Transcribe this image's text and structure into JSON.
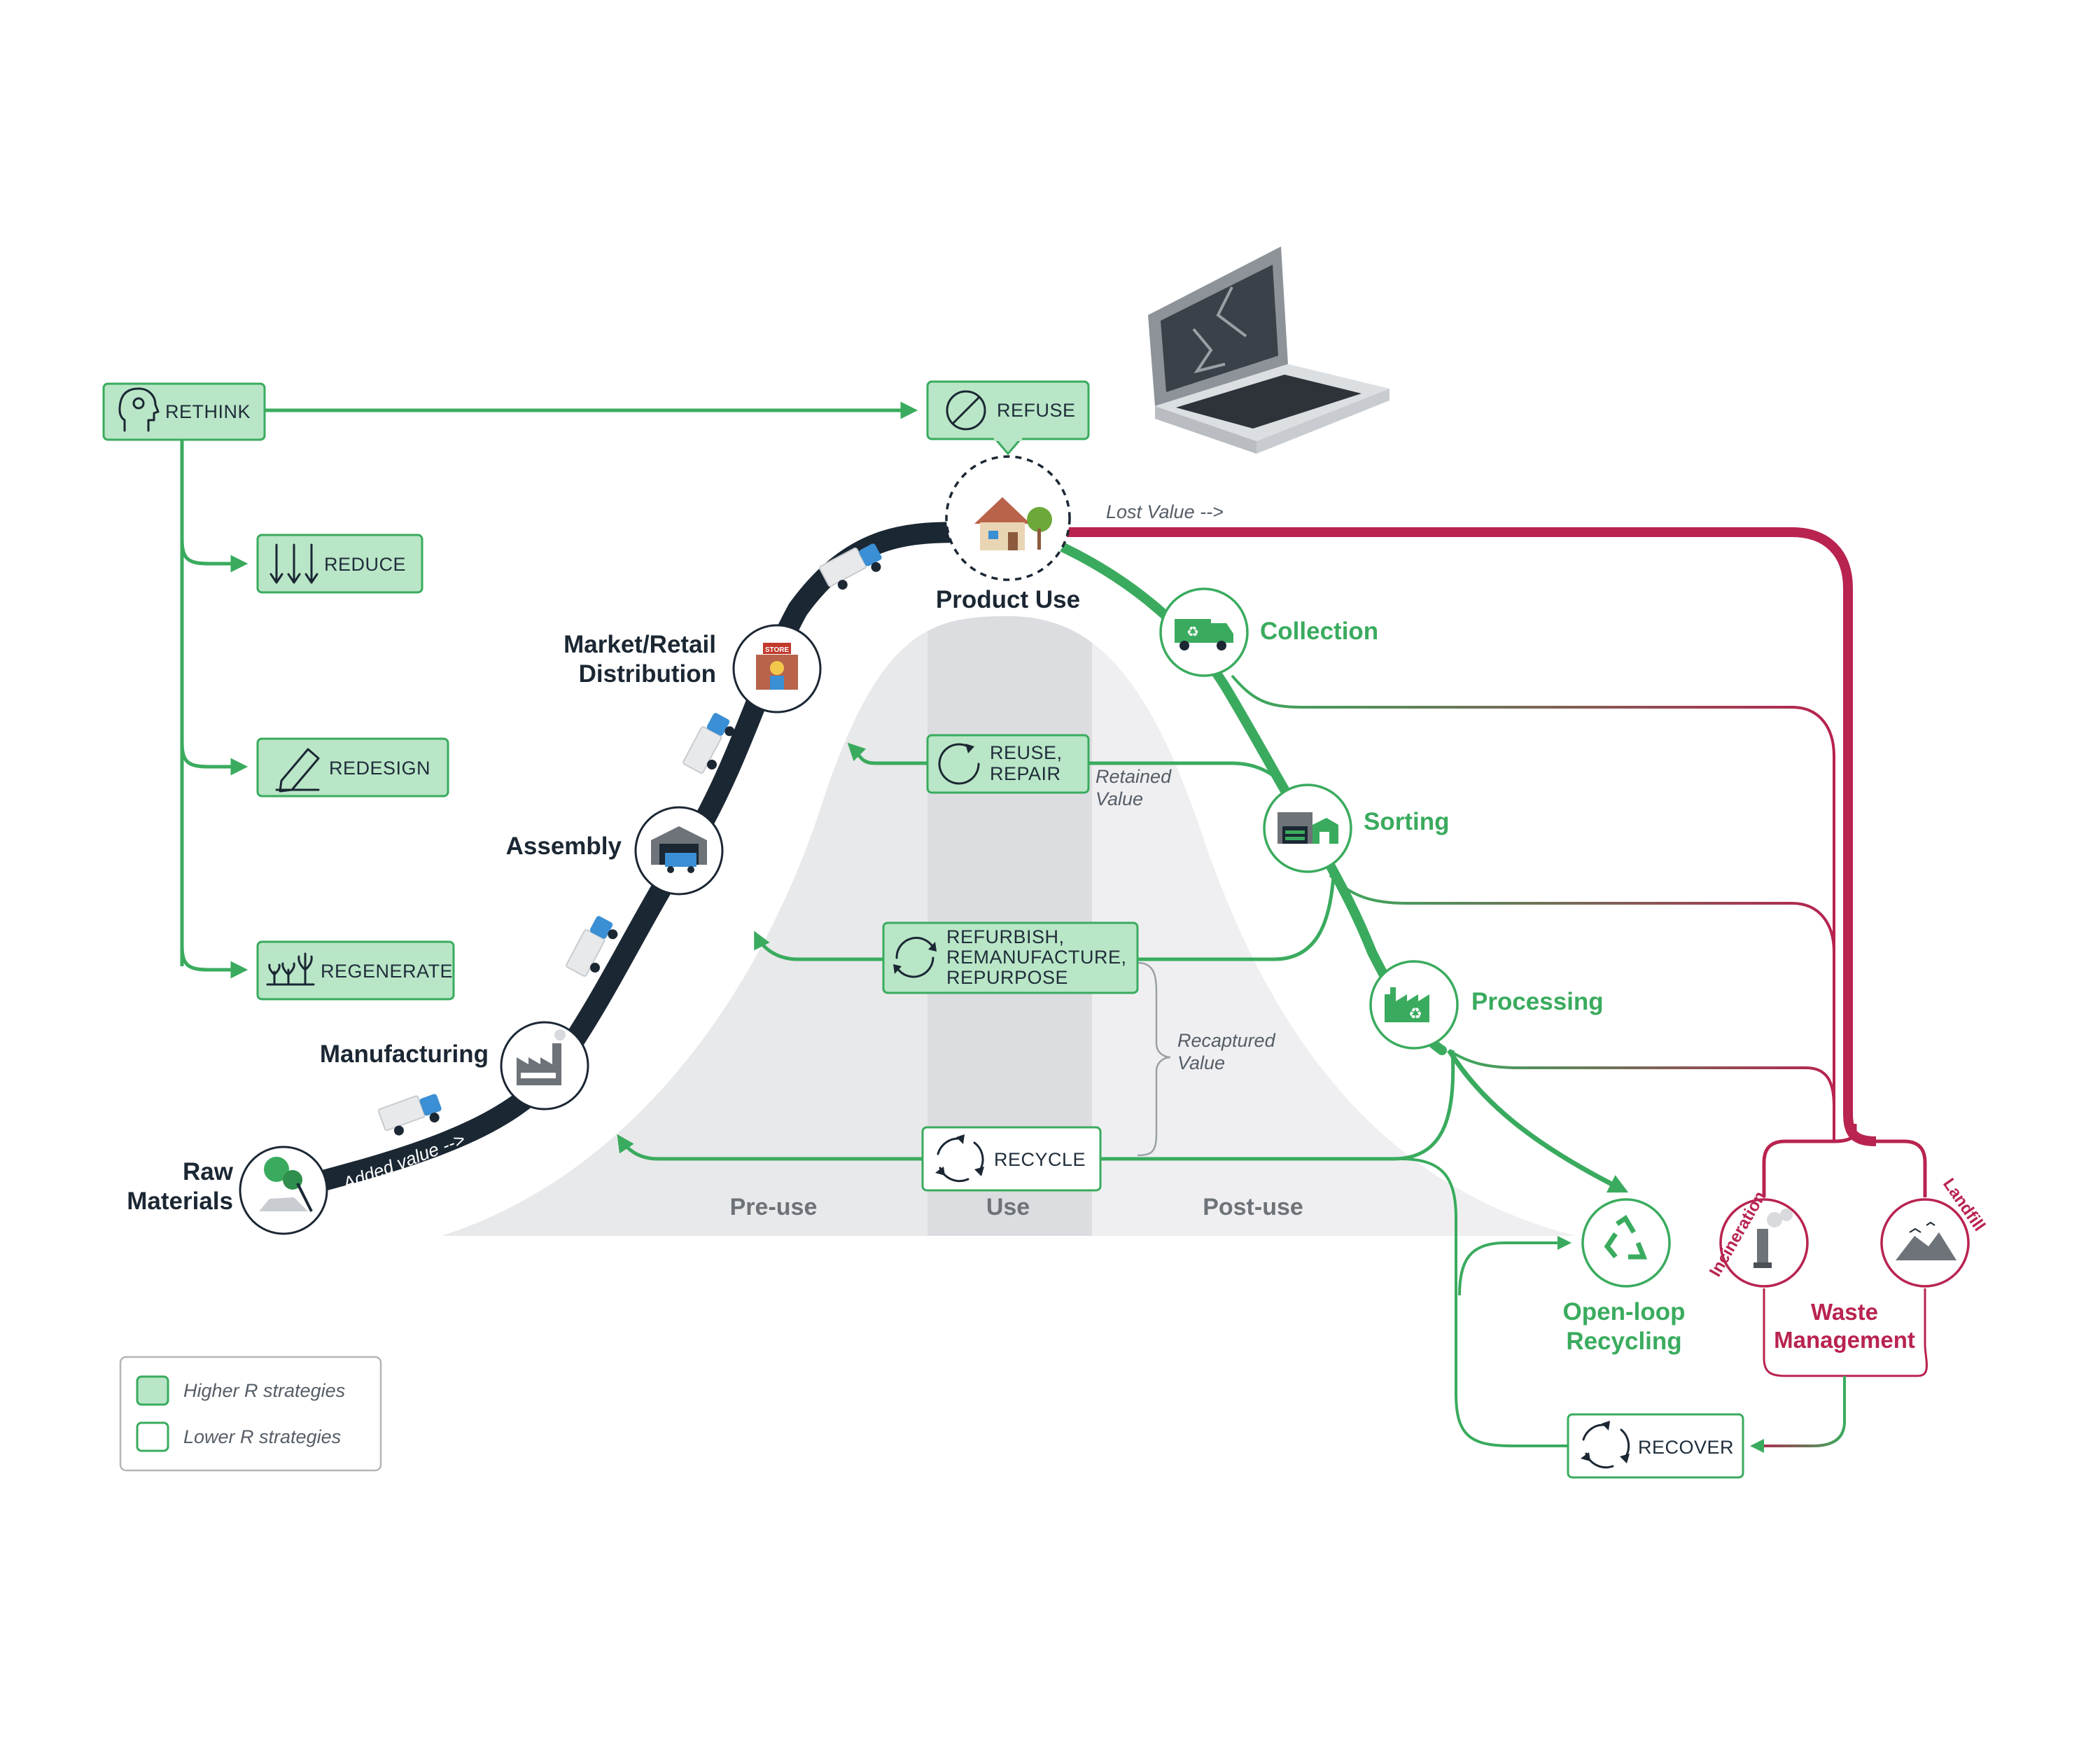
{
  "strategies": {
    "rethink": "RETHINK",
    "refuse": "REFUSE",
    "reduce": "REDUCE",
    "redesign": "REDESIGN",
    "regenerate": "REGENERATE",
    "reuse_line1": "REUSE,",
    "reuse_line2": "REPAIR",
    "refurbish_line1": "REFURBISH,",
    "refurbish_line2": "REMANUFACTURE,",
    "refurbish_line3": "REPURPOSE",
    "recycle": "RECYCLE",
    "recover": "RECOVER"
  },
  "stages": {
    "raw_line1": "Raw",
    "raw_line2": "Materials",
    "manufacturing": "Manufacturing",
    "assembly": "Assembly",
    "market_line1": "Market/Retail",
    "market_line2": "Distribution",
    "product_use": "Product Use"
  },
  "post_use": {
    "collection": "Collection",
    "sorting": "Sorting",
    "processing": "Processing",
    "open_loop_line1": "Open-loop",
    "open_loop_line2": "Recycling",
    "waste_line1": "Waste",
    "waste_line2": "Management",
    "incineration": "Incineration",
    "landfill": "Landfill"
  },
  "annotations": {
    "added_value": "Added value -->",
    "lost_value": "Lost Value -->",
    "retained_line1": "Retained",
    "retained_line2": "Value",
    "recaptured_line1": "Recaptured",
    "recaptured_line2": "Value"
  },
  "phases": {
    "pre_use": "Pre-use",
    "use": "Use",
    "post_use": "Post-use"
  },
  "legend": {
    "higher": "Higher R strategies",
    "lower": "Lower R strategies"
  },
  "colors": {
    "green": "#3aab5e",
    "light_green": "#b9e6c7",
    "navy": "#1b2733",
    "crimson": "#b8234f",
    "bell_grey": "#e7e8ea"
  },
  "icons": {
    "rethink": "head-gear-icon",
    "refuse": "prohibited-icon",
    "reduce": "down-arrows-icon",
    "redesign": "pencil-icon",
    "regenerate": "sprouts-icon",
    "cycle": "cycle-arrows-icon",
    "laptop": "broken-laptop-icon"
  }
}
